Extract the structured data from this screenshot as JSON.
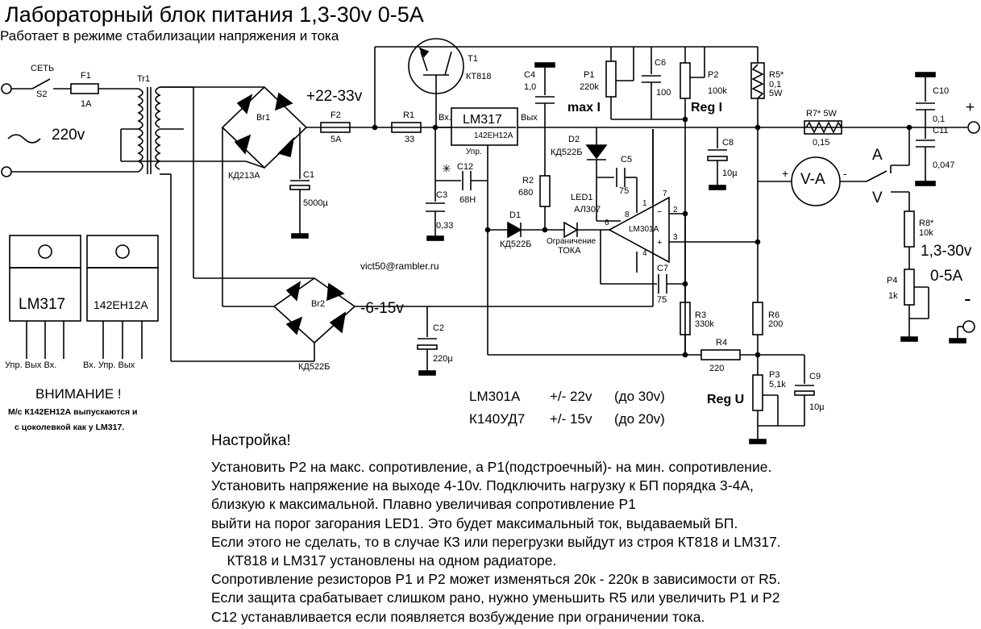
{
  "title": "Лабораторный блок питания  1,3-30v  0-5A",
  "subtitle": "Работает в режиме стабилизации напряжения и тока",
  "input": {
    "set": "СЕТЬ",
    "switch": "S2",
    "fuse": "F1",
    "fuse_val": "1A",
    "transformer": "Tr1",
    "mains": "220v"
  },
  "bridge1": {
    "ref": "Br1",
    "part": "КД213А"
  },
  "bridge2": {
    "ref": "Br2",
    "part": "КД522Б",
    "voltage": "-6-15v"
  },
  "supply_voltage": "+22-33v",
  "F2": {
    "ref": "F2",
    "val": "5A"
  },
  "R1": {
    "ref": "R1",
    "val": "33"
  },
  "C1": {
    "ref": "C1",
    "val": "5000µ"
  },
  "C2": {
    "ref": "C2",
    "val": "220µ"
  },
  "C3": {
    "ref": "C3",
    "val": "0,33"
  },
  "C4": {
    "ref": "C4",
    "val": "1,0"
  },
  "C5": {
    "ref": "C5",
    "val": "75"
  },
  "C6": {
    "ref": "C6",
    "val": "100"
  },
  "C7": {
    "ref": "C7",
    "val": "75"
  },
  "C8": {
    "ref": "C8",
    "val": "10µ"
  },
  "C9": {
    "ref": "C9",
    "val": "10µ"
  },
  "C10": {
    "ref": "C10",
    "val": "0,1"
  },
  "C11": {
    "ref": "C11",
    "val": "0,047"
  },
  "C12": {
    "mark": "✳",
    "ref": "C12",
    "val": "68Н"
  },
  "T1": {
    "ref": "T1",
    "part": "КТ818"
  },
  "LM317": {
    "name": "LM317",
    "alt": "142ЕН12А",
    "in": "Вх.",
    "out": "Вых",
    "adj": "Упр."
  },
  "P1": {
    "ref": "P1",
    "val": "220k",
    "label": "max I"
  },
  "P2": {
    "ref": "P2",
    "val": "100k",
    "label": "Reg I"
  },
  "R5": {
    "ref": "R5*",
    "val1": "0,1",
    "val2": "5W"
  },
  "R7": {
    "ref": "R7* 5W",
    "val": "0,15"
  },
  "D2": {
    "ref": "D2",
    "part": "КД522Б"
  },
  "R2": {
    "ref": "R2",
    "val": "680"
  },
  "D1": {
    "ref": "D1",
    "part": "КД522Б"
  },
  "LED1": {
    "ref": "LED1",
    "part": "АЛ307",
    "caption1": "Ограничение",
    "caption2": "ТОКА"
  },
  "opamp": {
    "name": "LM301A",
    "pins": [
      "1",
      "2",
      "3",
      "4",
      "6",
      "7",
      "8"
    ],
    "minus": "−",
    "plus": "+"
  },
  "R3": {
    "ref": "R3",
    "val": "330k"
  },
  "R4": {
    "ref": "R4",
    "val": "220"
  },
  "R6": {
    "ref": "R6",
    "val": "200"
  },
  "P3": {
    "ref": "P3",
    "val": "5,1k",
    "label": "Reg U"
  },
  "meter": {
    "label": "V-A",
    "plus": "+",
    "minus": "-",
    "a": "A",
    "v": "V"
  },
  "R8": {
    "ref": "R8*",
    "val": "10k"
  },
  "P4": {
    "ref": "P4",
    "val": "1k"
  },
  "output": {
    "voltage": "1,3-30v",
    "current": "0-5A",
    "plus": "+",
    "minus": "-"
  },
  "email": "vict50@rambler.ru",
  "packages": {
    "lm317": "LM317",
    "kren": "142ЕН12А",
    "pins_left": "Упр.  Вых  Вх.",
    "pins_right": "Вх.   Упр.  Вых"
  },
  "warning": {
    "title": "ВНИМАНИЕ !",
    "line1": "М/с К142ЕН12А выпускаются и",
    "line2": "с цоколевкой как  у  LM317."
  },
  "opamp_table": [
    {
      "name": "LM301A",
      "supply": "+/- 22v",
      "max": "(до 30v)"
    },
    {
      "name": "К140УД7",
      "supply": "+/- 15v",
      "max": "(до 20v)"
    }
  ],
  "setup": {
    "title": "Настройка!",
    "lines": [
      "Установить Р2 на макс. сопротивление, а Р1(подстроечный)- на мин. сопротивление.",
      "Установить напряжение на выходе 4-10v. Подключить нагрузку к БП  порядка 3-4А,",
      "близкую к максимальной. Плавно увеличивая сопротивление Р1",
      "выйти на порог загорания LED1. Это будет максимальный ток, выдаваемый БП.",
      "Если этого не сделать, то в случае КЗ или перегрузки выйдут из строя КТ818 и LM317.",
      "    КТ818 и LM317 установлены на одном радиаторе.",
      "Сопротивление резисторов Р1 и Р2 может изменяться 20к - 220к в зависимости от R5.",
      "Если защита срабатывает слишком рано, нужно уменьшить R5 или увеличить Р1 и Р2",
      "С12  устанавливается  если появляется возбуждение при ограничении тока."
    ]
  }
}
